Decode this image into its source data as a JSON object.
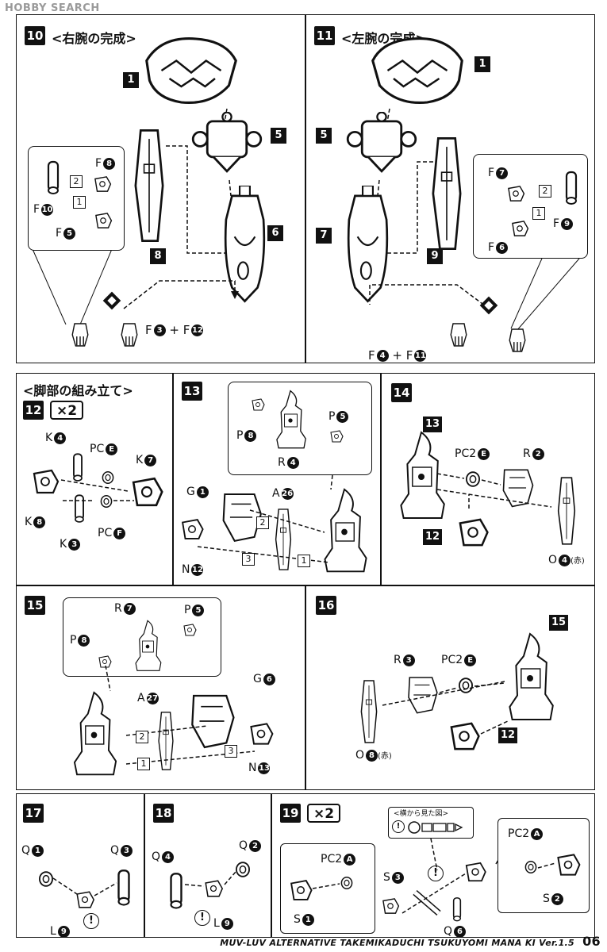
{
  "watermark": "HOBBY SEARCH",
  "footer": {
    "series": "MUV-LUV ALTERNATIVE",
    "model": "TAKEMIKADUCHI TSUKUYOMI MANA KI Ver.1.5",
    "page": "06"
  },
  "times2": "×2",
  "attention": "!",
  "plus": "+",
  "panel10": {
    "num": "10",
    "title": "<右腕の完成>",
    "parts": {
      "p1": "1",
      "p5": "5",
      "p6": "6",
      "p8": "8"
    },
    "inset": {
      "f8": "F",
      "f8n": "8",
      "f10": "F",
      "f10n": "10",
      "f5": "F",
      "f5n": "5",
      "s1": "1",
      "s2": "2"
    },
    "hand": {
      "a": "F",
      "an": "3",
      "b": "F",
      "bn": "12"
    }
  },
  "panel11": {
    "num": "11",
    "title": "<左腕の完成>",
    "parts": {
      "p1": "1",
      "p5": "5",
      "p7": "7",
      "p9": "9"
    },
    "inset": {
      "f7": "F",
      "f7n": "7",
      "f9": "F",
      "f9n": "9",
      "f6": "F",
      "f6n": "6",
      "s1": "1",
      "s2": "2"
    },
    "hand": {
      "a": "F",
      "an": "4",
      "b": "F",
      "bn": "11"
    }
  },
  "panel12": {
    "title": "<脚部の組み立て>",
    "num": "12",
    "labels": {
      "k4": "K",
      "k4n": "4",
      "pce": "PC",
      "pcen": "E",
      "k7": "K",
      "k7n": "7",
      "k8": "K",
      "k8n": "8",
      "k3": "K",
      "k3n": "3",
      "pcf": "PC",
      "pcfn": "F"
    }
  },
  "panel13": {
    "num": "13",
    "labels": {
      "p8": "P",
      "p8n": "8",
      "p5": "P",
      "p5n": "5",
      "r4": "R",
      "r4n": "4",
      "g1": "G",
      "g1n": "1",
      "a26": "A",
      "a26n": "26",
      "n12": "N",
      "n12n": "12",
      "s1": "1",
      "s2": "2",
      "s3": "3"
    }
  },
  "panel14": {
    "num": "14",
    "ref13": "13",
    "ref12": "12",
    "labels": {
      "pc2e": "PC2",
      "pc2en": "E",
      "r2": "R",
      "r2n": "2",
      "o4": "O",
      "o4n": "4",
      "red": "(赤)"
    }
  },
  "panel15": {
    "num": "15",
    "labels": {
      "r7": "R",
      "r7n": "7",
      "p5": "P",
      "p5n": "5",
      "p8": "P",
      "p8n": "8",
      "a27": "A",
      "a27n": "27",
      "g6": "G",
      "g6n": "6",
      "n13": "N",
      "n13n": "13",
      "s1": "1",
      "s2": "2",
      "s3": "3"
    }
  },
  "panel16": {
    "num": "16",
    "ref15": "15",
    "ref12": "12",
    "labels": {
      "r3": "R",
      "r3n": "3",
      "pc2e": "PC2",
      "pc2en": "E",
      "o8": "O",
      "o8n": "8",
      "red": "(赤)"
    }
  },
  "panel17": {
    "num": "17",
    "labels": {
      "q1": "Q",
      "q1n": "1",
      "q3": "Q",
      "q3n": "3",
      "l9": "L",
      "l9n": "9"
    }
  },
  "panel18": {
    "num": "18",
    "labels": {
      "q4": "Q",
      "q4n": "4",
      "q2": "Q",
      "q2n": "2",
      "l9": "L",
      "l9n": "9"
    }
  },
  "panel19": {
    "num": "19",
    "sideview": "<横から見た図>",
    "labels": {
      "pc2a_l": "PC2",
      "pc2a_ln": "A",
      "s1": "S",
      "s1n": "1",
      "s3": "S",
      "s3n": "3",
      "q6": "Q",
      "q6n": "6",
      "pc2a_r": "PC2",
      "pc2a_rn": "A",
      "s2": "S",
      "s2n": "2"
    }
  }
}
